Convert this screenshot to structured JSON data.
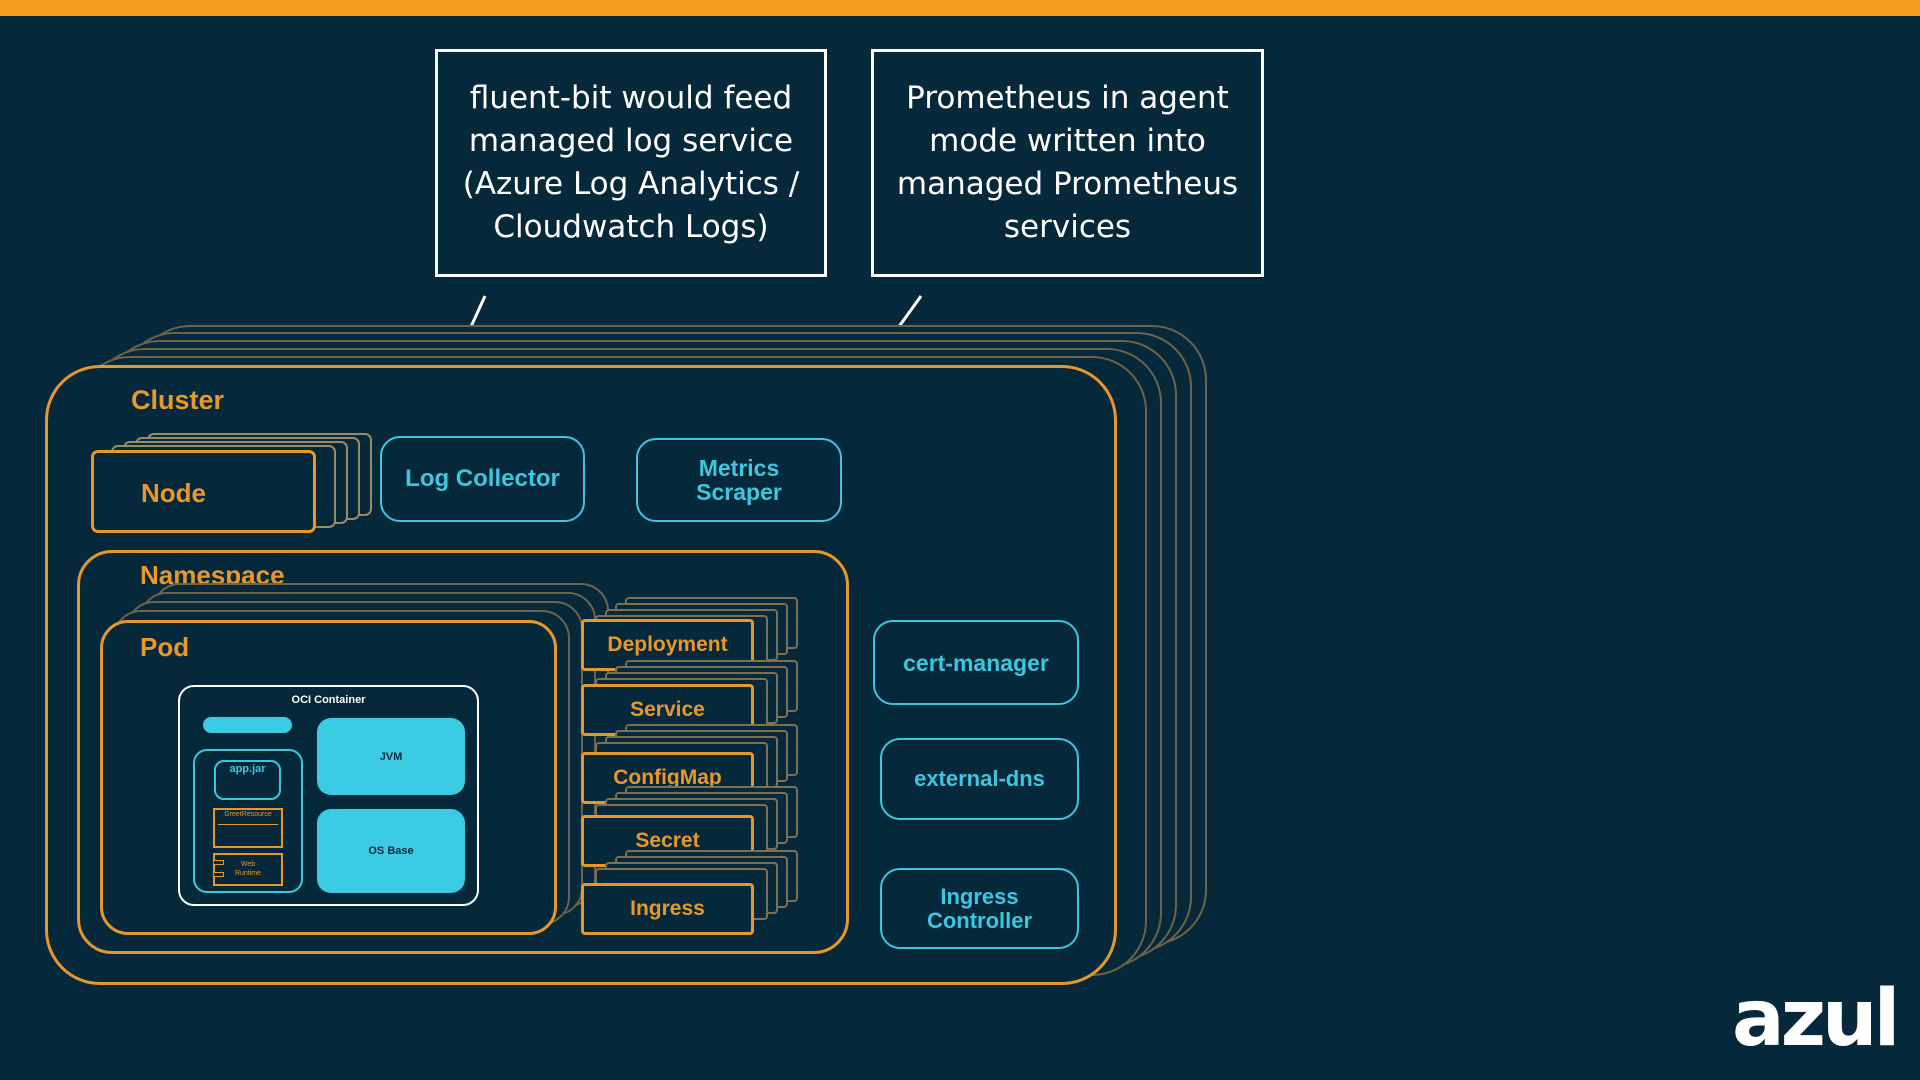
{
  "callouts": {
    "log": "fluent-bit would feed managed log service (Azure Log Analytics / Cloudwatch Logs)",
    "metrics": "Prometheus in agent mode written into managed Prometheus services"
  },
  "cluster": {
    "label": "Cluster",
    "node_label": "Node",
    "log_collector": "Log Collector",
    "metrics_scraper_line1": "Metrics",
    "metrics_scraper_line2": "Scraper"
  },
  "namespace": {
    "label": "Namespace",
    "pod_label": "Pod",
    "resources": [
      "Deployment",
      "Service",
      "ConfigMap",
      "Secret",
      "Ingress"
    ]
  },
  "container": {
    "title": "OCI Container",
    "app_jar": "app.jar",
    "greet_resource": "GreetResource",
    "web_runtime_line1": "Web",
    "web_runtime_line2": "Runtime",
    "jvm": "JVM",
    "os_base": "OS Base"
  },
  "addons": {
    "cert_manager": "cert-manager",
    "external_dns": "external-dns",
    "ingress_controller_line1": "Ingress",
    "ingress_controller_line2": "Controller"
  },
  "logo": "azul",
  "colors": {
    "background": "#05283a",
    "accent_orange": "#e8982b",
    "accent_cyan": "#3cc7e0",
    "top_bar": "#f39c1f"
  }
}
